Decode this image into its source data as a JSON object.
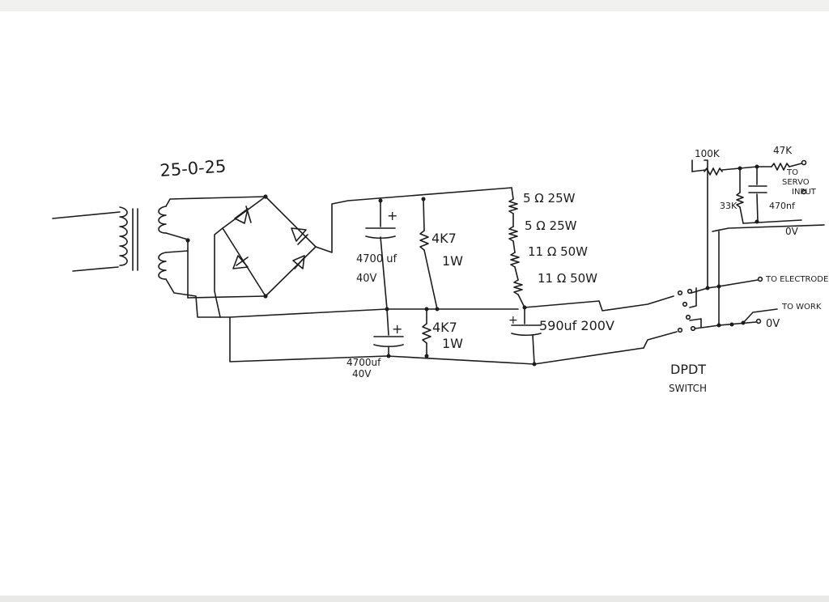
{
  "labels": {
    "transformer": "25-0-25",
    "cap1_value": "4700 uf",
    "cap1_voltage": "40V",
    "res1_value": "4K7",
    "res1_power": "1W",
    "cap2_value": "4700uf",
    "cap2_voltage": "40V",
    "res2_value": "4K7",
    "res2_power": "1W",
    "rs1": "5 Ω 25W",
    "rs2": "5 Ω 25W",
    "rs3": "11 Ω 50W",
    "rs4": "11 Ω 50W",
    "cap3": "590uf 200V",
    "plus": "+",
    "switch_line1": "DPDT",
    "switch_line2": "SWITCH",
    "r100k": "100K",
    "r47k": "47K",
    "r33k": "33K",
    "c470": "470nf",
    "to_servo1": "TO",
    "to_servo2": "SERVO",
    "to_servo3": "INPUT",
    "ov_top": "0V",
    "to_electrode": "TO ELECTRODE",
    "to_work": "TO WORK",
    "ov_bottom": "0V"
  }
}
